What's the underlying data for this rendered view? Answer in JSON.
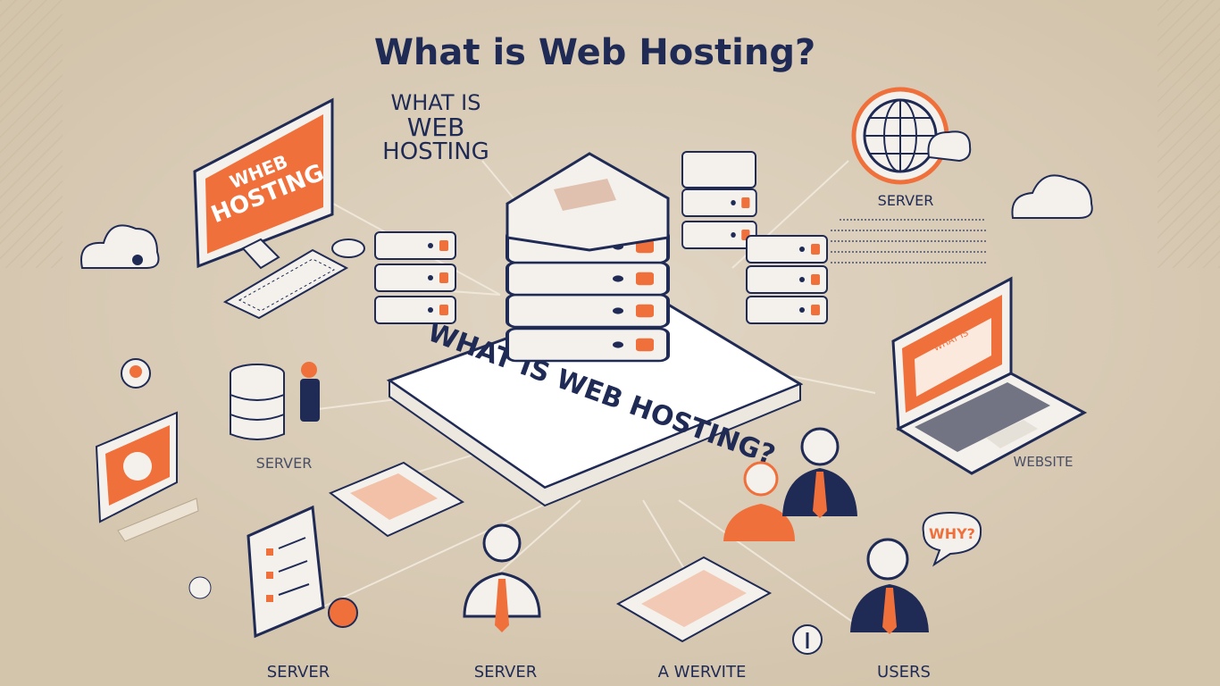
{
  "title": "What is Web Hosting?",
  "subtitle_lines": [
    "WHAT IS",
    "WEB",
    "HOSTING"
  ],
  "monitor_screen_lines": [
    "WHEB",
    "HOSTING"
  ],
  "platform_text": "WHAT IS WEB HOSTING?",
  "labels": {
    "server_top_right": "SERVER",
    "server_left": "SERVER",
    "server_bottom_left": "SERVER",
    "server_bottom_center": "SERVER",
    "website": "WEBSITE",
    "a_website": "A WERVITE",
    "users": "USERS"
  },
  "speech_bubble": "WHY?",
  "laptop_screen": "WHAT IS",
  "colors": {
    "background": "#d8cbb6",
    "accent": "#f0703c",
    "navy": "#1f2a55",
    "device_white": "#f4f1ec",
    "line": "#efe7da"
  },
  "icons": [
    "globe-icon",
    "cloud-icon",
    "server-stack-icon",
    "desktop-monitor-icon",
    "laptop-icon",
    "user-icon",
    "document-icon",
    "database-icon",
    "keyboard-icon",
    "mouse-icon",
    "speech-bubble-icon"
  ]
}
